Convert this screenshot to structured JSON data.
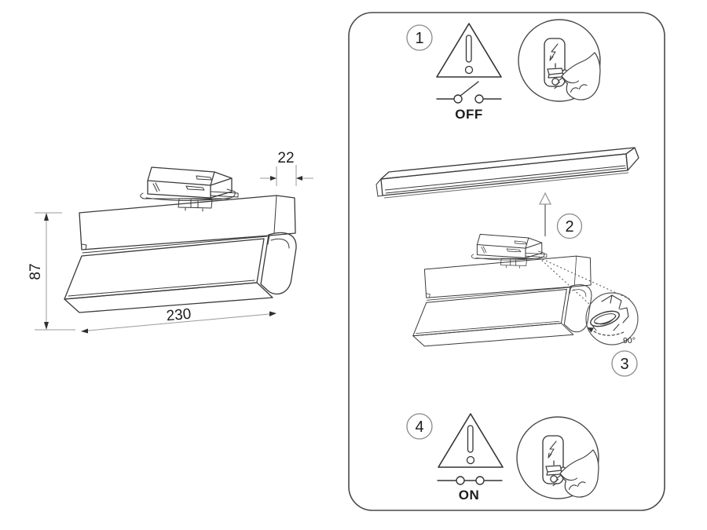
{
  "drawing": {
    "dimensions": {
      "length": "230",
      "height": "87",
      "depth": "22"
    }
  },
  "panel": {
    "steps": [
      {
        "number": "1",
        "switch_label": "OFF"
      },
      {
        "number": "2"
      },
      {
        "number": "3",
        "rotation_label": "90°"
      },
      {
        "number": "4",
        "switch_label": "ON"
      }
    ]
  }
}
